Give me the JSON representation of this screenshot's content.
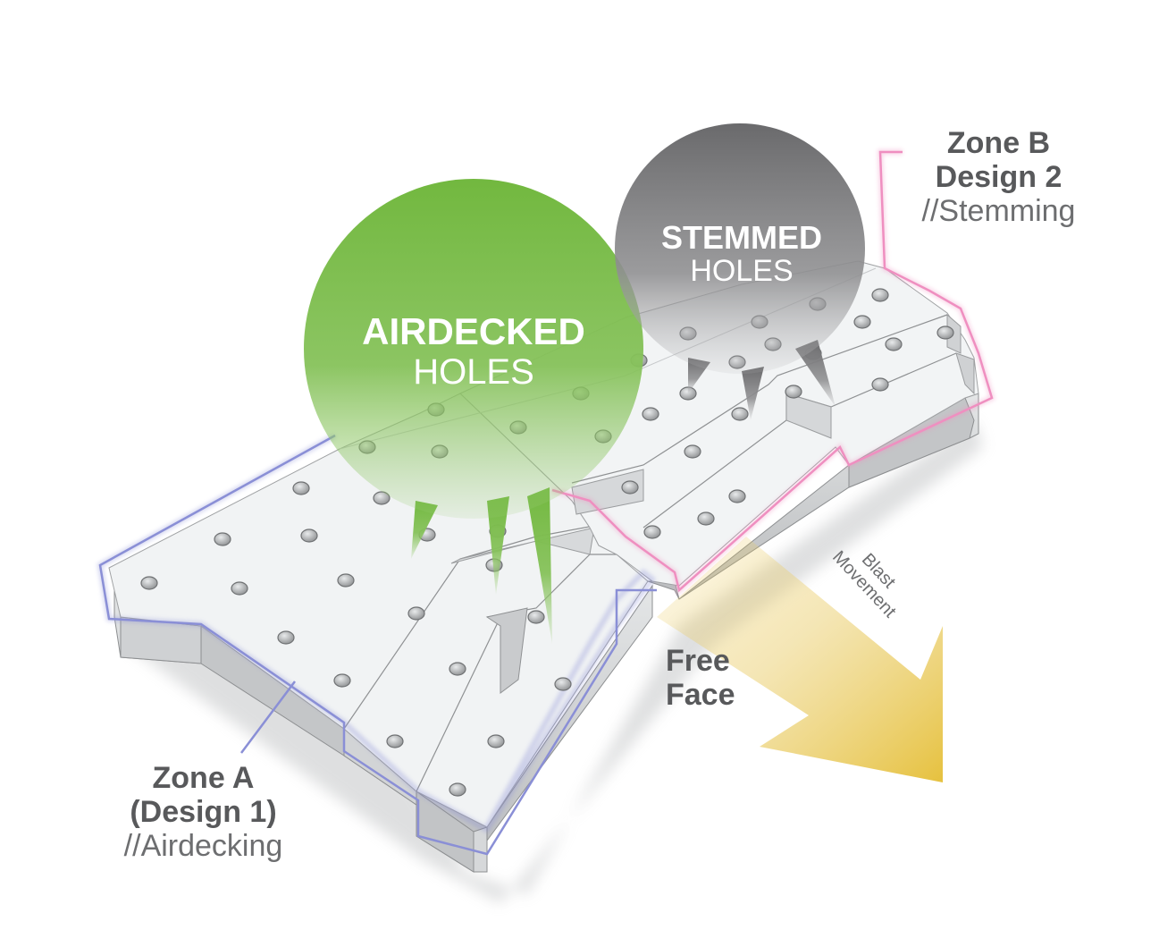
{
  "zone_a": {
    "line1": "Zone A",
    "line2": "(Design 1)",
    "line3": "//Airdecking"
  },
  "zone_b": {
    "line1": "Zone B",
    "line2": "Design 2",
    "line3": "//Stemming"
  },
  "airdecked": {
    "title": "AIRDECKED",
    "subtitle": "HOLES"
  },
  "stemmed": {
    "title": "STEMMED",
    "subtitle": "HOLES"
  },
  "free_face": {
    "line1": "Free",
    "line2": "Face"
  },
  "blast_movement": {
    "line1": "Blast",
    "line2": "Movement"
  },
  "colors": {
    "zone_a_outline": "#8a8fd6",
    "zone_b_outline": "#ef8fc0",
    "airdecked_green": "#76b843",
    "stemmed_grey": "#6f6f71",
    "arrow_yellow": "#e8c548",
    "bench_top": "#f2f4f5",
    "bench_side": "#c9cbcd"
  }
}
